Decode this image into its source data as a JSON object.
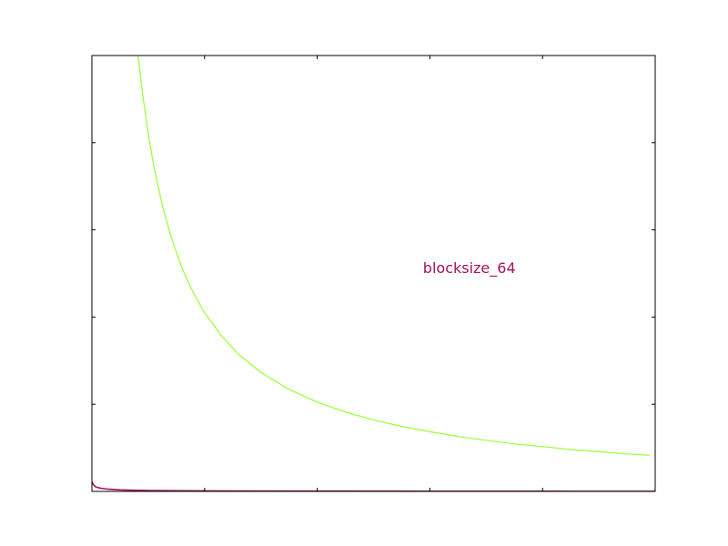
{
  "chart_data": {
    "type": "line",
    "title": "",
    "xlabel": "",
    "ylabel": "",
    "xlim": [
      0,
      10
    ],
    "ylim": [
      0,
      10
    ],
    "grid": false,
    "x_ticks": [
      0,
      2,
      4,
      6,
      8,
      10
    ],
    "y_ticks": [
      0,
      2,
      4,
      6,
      8,
      10
    ],
    "annotations": [
      {
        "text": "blocksize_64",
        "x": 6.7,
        "y": 5.1,
        "color": "#a0135a"
      }
    ],
    "series": [
      {
        "color": "#99ff33",
        "x": [
          0.82,
          0.9,
          1.0,
          1.1,
          1.25,
          1.4,
          1.6,
          1.8,
          2.0,
          2.3,
          2.6,
          3.0,
          3.5,
          4.0,
          4.5,
          5.0,
          5.5,
          6.0,
          6.5,
          7.0,
          7.5,
          8.0,
          8.5,
          9.0,
          9.5,
          9.9
        ],
        "y": [
          10.0,
          9.11,
          8.2,
          7.45,
          6.56,
          5.86,
          5.12,
          4.56,
          4.1,
          3.57,
          3.15,
          2.73,
          2.34,
          2.05,
          1.82,
          1.64,
          1.49,
          1.37,
          1.26,
          1.17,
          1.09,
          1.03,
          0.96,
          0.91,
          0.86,
          0.83
        ]
      },
      {
        "color": "#a0135a",
        "x": [
          0.0,
          0.03,
          0.06,
          0.1,
          0.15,
          0.2,
          0.3,
          0.5,
          0.8,
          1.0,
          2.0,
          4.0,
          6.0,
          8.0,
          10.0
        ],
        "y": [
          0.22,
          0.15,
          0.11,
          0.09,
          0.075,
          0.065,
          0.05,
          0.035,
          0.025,
          0.02,
          0.012,
          0.006,
          0.004,
          0.003,
          0.002
        ]
      }
    ]
  }
}
